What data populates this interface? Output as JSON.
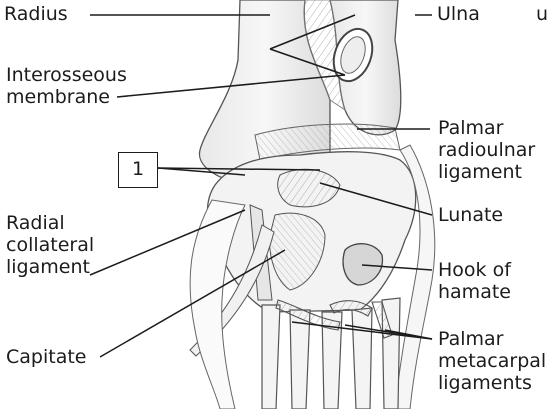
{
  "figure": {
    "box_label": "1",
    "labels": {
      "radius": "Radius",
      "ulna": "Ulna",
      "interosseous": [
        "Interosseous",
        "membrane"
      ],
      "palmar_radioulnar": [
        "Palmar",
        "radioulnar",
        "ligament"
      ],
      "lunate": "Lunate",
      "radial_collateral": [
        "Radial",
        "collateral",
        "ligament"
      ],
      "hook_hamate": [
        "Hook of",
        "hamate"
      ],
      "capitate": "Capitate",
      "palmar_metacarpal": [
        "Palmar",
        "metacarpal",
        "ligaments"
      ],
      "edge_fragment": "u"
    }
  }
}
